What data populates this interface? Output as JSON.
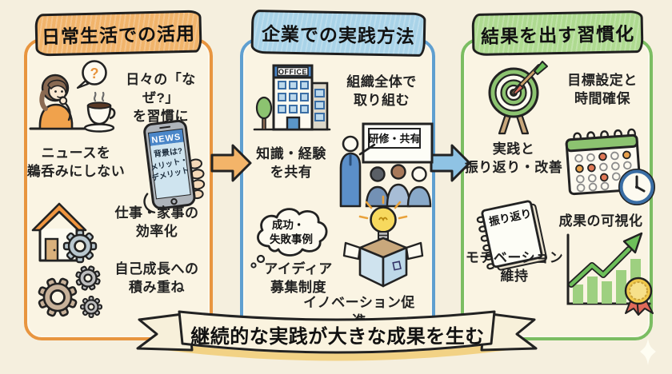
{
  "page": {
    "background": "#f5efde",
    "summary_ribbon": "継続的な実践が大きな成果を生む"
  },
  "colors": {
    "orange_border": "#e8953f",
    "orange_banner": "#f1b46b",
    "blue_border": "#5f9fd0",
    "blue_banner": "#a9d3e8",
    "green_border": "#7bbd62",
    "green_banner": "#aeda90",
    "ink": "#222222",
    "panel_fill": "#faf4e3",
    "ribbon_fill": "#faf3df",
    "ribbon_shadow": "#f2d285"
  },
  "col1": {
    "title": "日常生活での活用",
    "bubble_q": "?",
    "item1": "日々の「なぜ?」\nを習慣に",
    "item2": "ニュースを\n鵜呑みにしない",
    "phone_news": "NEWS",
    "phone_line1": "背景は?",
    "phone_line2": "メリット・",
    "phone_line3": "デメリット",
    "item3": "仕事・家事の\n効率化",
    "item4": "自己成長への\n積み重ね"
  },
  "col2": {
    "title": "企業での実践方法",
    "office_sign": "OFFICE",
    "item1": "組織全体で\n取り組む",
    "item2": "知識・経験\nを共有",
    "board_sign": "研修・共有",
    "cloud_line1": "成功・",
    "cloud_line2": "失敗事例",
    "item3": "アイディア\n募集制度",
    "item4": "イノベーション促進"
  },
  "col3": {
    "title": "結果を出す習慣化",
    "item1": "目標設定と\n時間確保",
    "item2": "実践と\n振り返り・改善",
    "notebook_label": "振り返り",
    "item3": "成果の可視化",
    "item4": "モチベーション\n維持"
  }
}
